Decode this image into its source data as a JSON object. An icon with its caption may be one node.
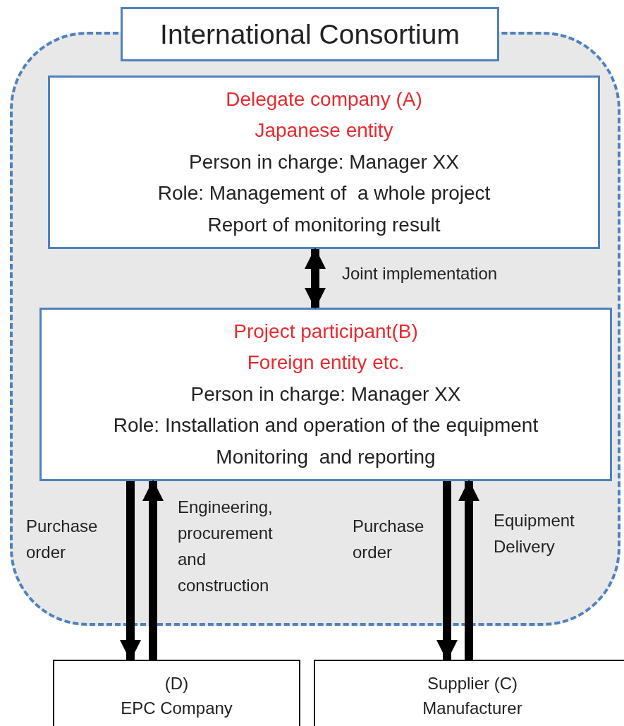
{
  "diagram": {
    "nodes": [
      {
        "text": [
          "International Consortium"
        ]
      },
      {
        "text": [
          "Delegate company (A)",
          "Japanese entity",
          "Person in charge: Manager XX",
          "Role: Management of  a whole project",
          "Report of monitoring result"
        ],
        "in": 0
      },
      {
        "text": [
          "Project participant(B)",
          "Foreign entity etc.",
          "Person in charge: Manager XX",
          "Role: Installation and operation of the equipment",
          "Monitoring  and reporting"
        ],
        "in": 0
      },
      {
        "text": [
          "(D)",
          "EPC Company"
        ]
      },
      {
        "text": [
          "Supplier (C)",
          "Manufacturer"
        ]
      }
    ],
    "edges": [
      {
        "from": 1,
        "to": 2,
        "arrow": "both",
        "label": "Joint implementation"
      },
      {
        "from": 2,
        "to": 3,
        "arrow": "to",
        "label": "Purchase order"
      },
      {
        "from": 3,
        "to": 2,
        "arrow": "to",
        "label": "Engineering, procurement and construction"
      },
      {
        "from": 2,
        "to": 4,
        "arrow": "to",
        "label": "Purchase order"
      },
      {
        "from": 4,
        "to": 2,
        "arrow": "to",
        "label": "Equipment Delivery"
      }
    ]
  }
}
